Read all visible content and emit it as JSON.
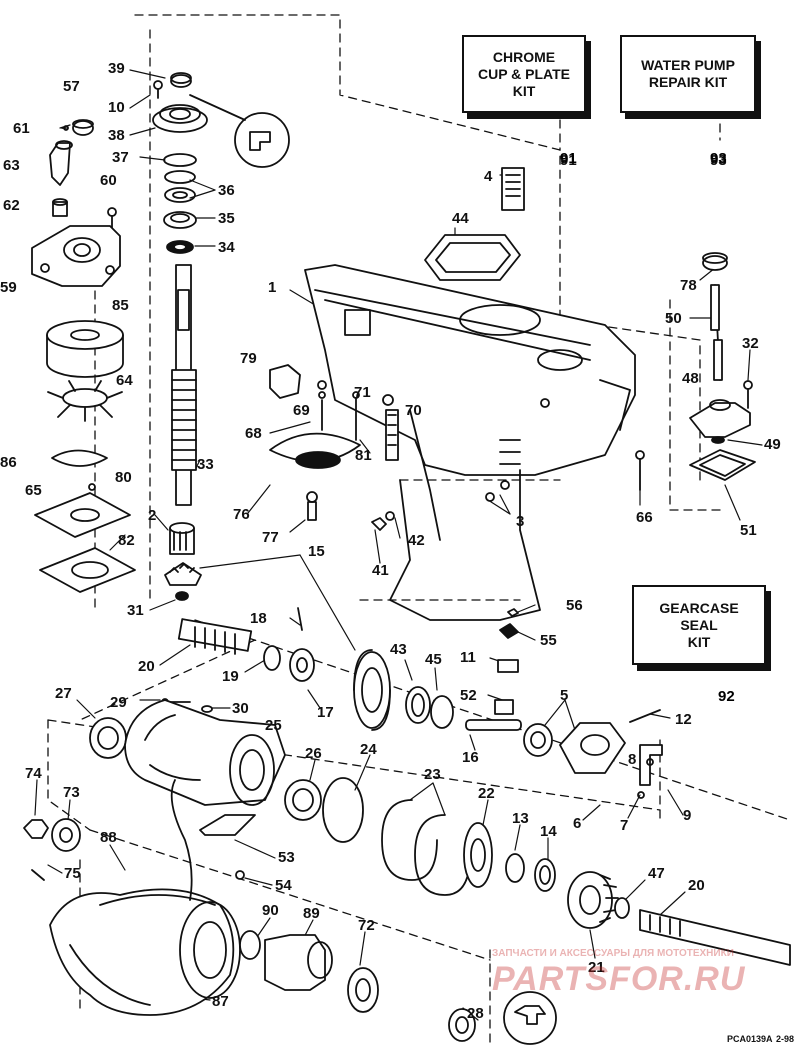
{
  "kits": [
    {
      "lines": [
        "CHROME",
        "CUP & PLATE",
        "KIT"
      ],
      "ref": "91"
    },
    {
      "lines": [
        "WATER PUMP",
        "REPAIR KIT"
      ],
      "ref": "93"
    },
    {
      "lines": [
        "GEARCASE",
        "SEAL",
        "KIT"
      ],
      "ref": "92"
    }
  ],
  "part_numbers": [
    "39",
    "10",
    "57",
    "61",
    "38",
    "37",
    "63",
    "36",
    "60",
    "35",
    "62",
    "34",
    "59",
    "4",
    "44",
    "91",
    "93",
    "1",
    "78",
    "50",
    "32",
    "48",
    "85",
    "79",
    "69",
    "71",
    "70",
    "64",
    "68",
    "49",
    "81",
    "33",
    "86",
    "80",
    "65",
    "76",
    "3",
    "2",
    "77",
    "42",
    "66",
    "51",
    "82",
    "41",
    "15",
    "31",
    "56",
    "18",
    "55",
    "20",
    "19",
    "43",
    "45",
    "11",
    "17",
    "27",
    "29",
    "30",
    "52",
    "5",
    "12",
    "25",
    "26",
    "24",
    "16",
    "8",
    "74",
    "73",
    "23",
    "22",
    "13",
    "14",
    "6",
    "7",
    "9",
    "88",
    "75",
    "53",
    "54",
    "47",
    "20",
    "90",
    "89",
    "72",
    "21",
    "28",
    "87"
  ],
  "watermark": {
    "top": "ЗАПЧАСТИ И АКСЕССУАРЫ ДЛЯ МОТОТЕХНИКИ",
    "brand": "PARTSFOR.RU"
  },
  "footer": {
    "code": "PCA0139A",
    "date": "2-98"
  }
}
